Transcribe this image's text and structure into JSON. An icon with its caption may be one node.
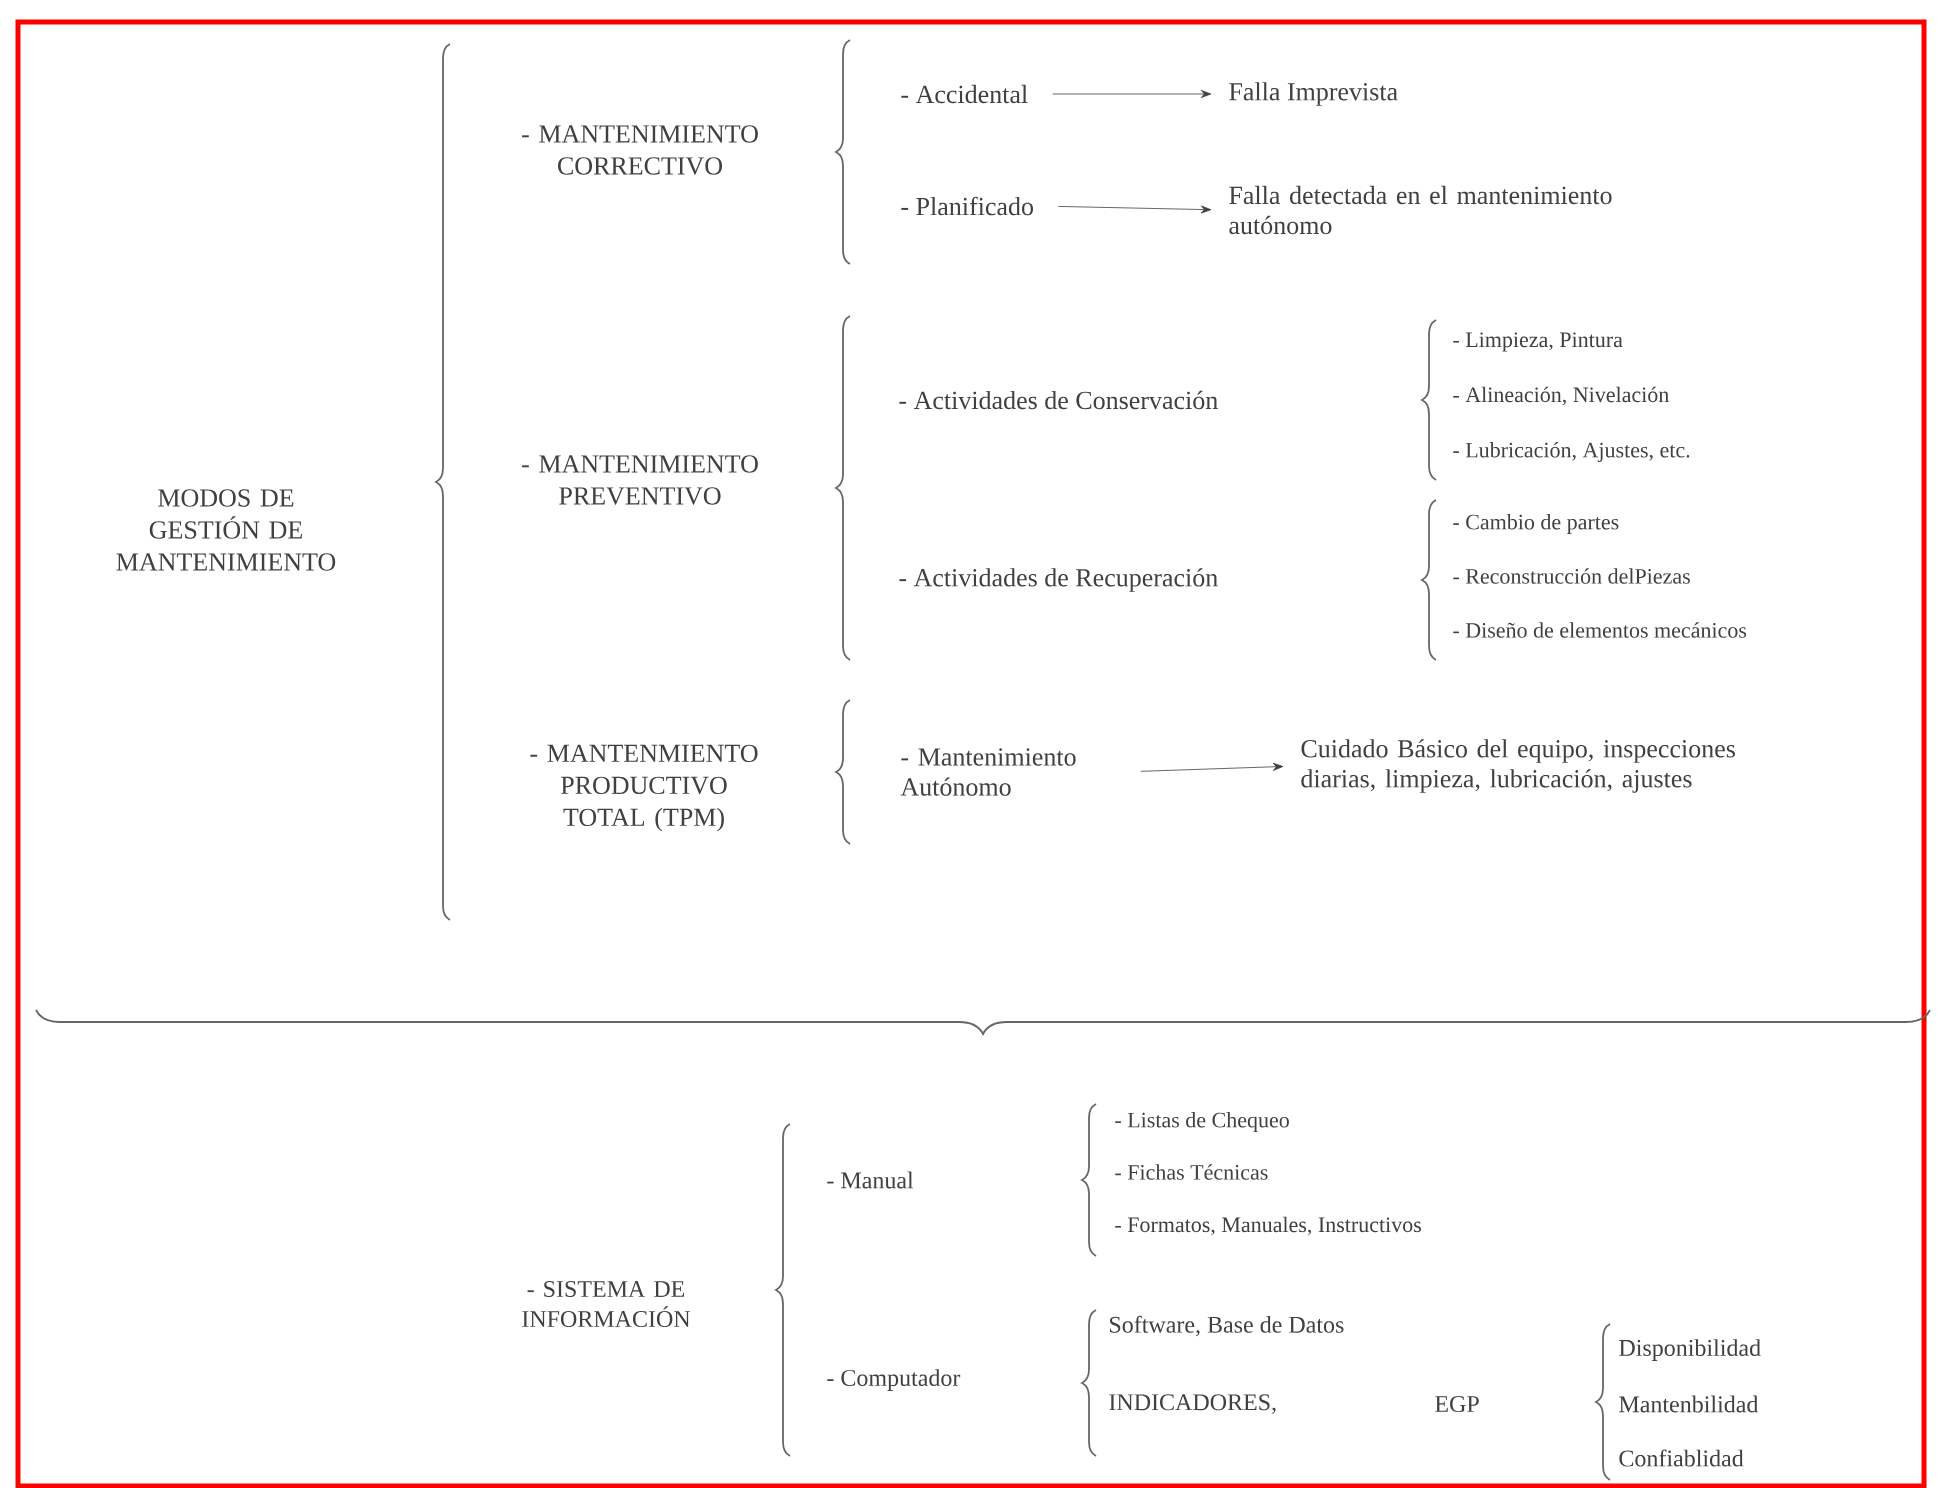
{
  "diagram": {
    "nodes": [
      {
        "text": [
          "- Accidental"
        ]
      },
      {
        "text": [
          "Falla Imprevista"
        ]
      },
      {
        "text": [
          "- Planificado"
        ]
      },
      {
        "text": [
          "Falla detectada en el mantenimiento autónomo"
        ]
      },
      {
        "text": [
          "- Mantenimiento Autónomo"
        ]
      },
      {
        "text": [
          "Cuidado Básico del equipo, inspecciones diarias, limpieza, lubricación, ajustes"
        ]
      }
    ],
    "edges": [
      {
        "from": 0,
        "to": 1,
        "arrow": "to"
      },
      {
        "from": 2,
        "to": 3,
        "arrow": "to"
      },
      {
        "from": 4,
        "to": 5,
        "arrow": "to"
      }
    ],
    "labels": [
      "MODOS DE GESTIÓN DE MANTENIMIENTO",
      "- MANTENIMIENTO CORRECTIVO",
      "- MANTENIMIENTO PREVENTIVO",
      "- MANTENMIENTO PRODUCTIVO TOTAL (TPM)",
      "- Actividades de Conservación",
      "- Limpieza, Pintura",
      "- Alineación, Nivelación",
      "- Lubricación, Ajustes, etc.",
      "- Actividades de Recuperación",
      "- Cambio de partes",
      "- Reconstrucción delPiezas",
      "- Diseño de elementos mecánicos",
      "- SISTEMA DE INFORMACIÓN",
      "- Manual",
      "- Listas de Chequeo",
      "- Fichas Técnicas",
      "- Formatos, Manuales, Instructivos",
      "- Computador",
      "Software, Base de Datos",
      "INDICADORES,",
      "EGP",
      "Disponibilidad",
      "Mantenbilidad",
      "Confiablidad"
    ]
  }
}
